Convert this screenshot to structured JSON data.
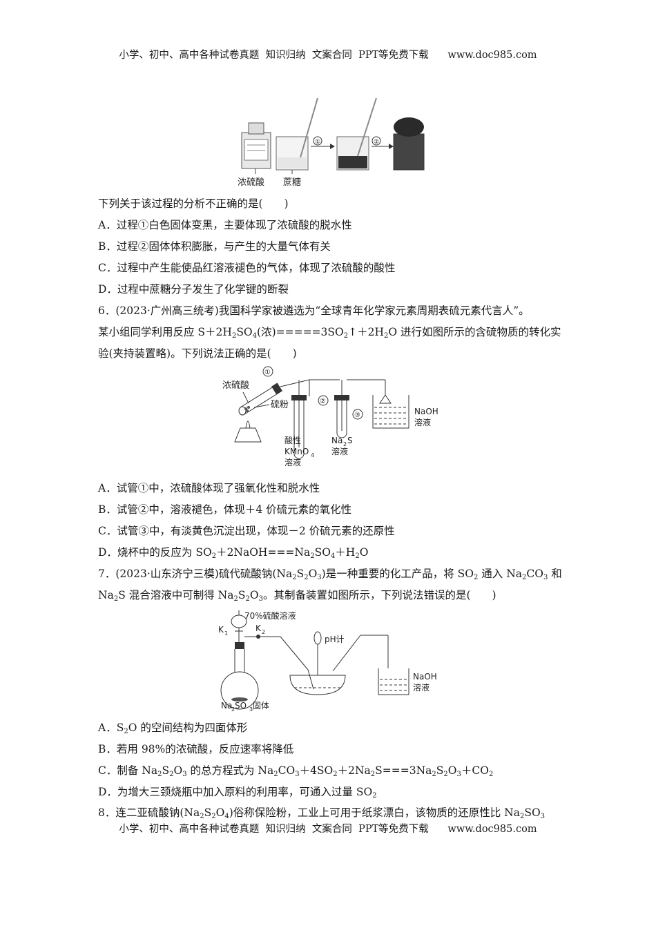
{
  "header": {
    "text": "小学、初中、高中各种试卷真题  知识归纳  文案合同  PPT等免费下载      www.doc985.com"
  },
  "footer": {
    "text": "小学、初中、高中各种试卷真题  知识归纳  文案合同  PPT等免费下载      www.doc985.com"
  },
  "figure1": {
    "label_acid": "浓硫酸",
    "label_sugar": "蔗糖",
    "step1": "①",
    "step2": "②"
  },
  "q5": {
    "stem": "下列关于该过程的分析不正确的是(　　)",
    "A": "A．过程①白色固体变黑，主要体现了浓硫酸的脱水性",
    "B": "B．过程②固体体积膨胀，与产生的大量气体有关",
    "C": "C．过程中产生能使品红溶液褪色的气体，体现了浓硫酸的酸性",
    "D": "D．过程中蔗糖分子发生了化学键的断裂"
  },
  "q6": {
    "line1": "6．(2023·广州高三统考)我国科学家被遴选为“全球青年化学家元素周期表硫元素代言人”。",
    "line2_a": "某小组同学利用反应 S＋2H",
    "line2_b": "SO",
    "line2_c": "(浓)=====3SO",
    "line2_d": "↑＋2H",
    "line2_e": "O 进行如图所示的含硫物质的转化实",
    "line3": "验(夹持装置略)。下列说法正确的是(　　)",
    "A": "A．试管①中，浓硫酸体现了强氧化性和脱水性",
    "B": "B．试管②中，溶液褪色，体现＋4 价硫元素的氧化性",
    "C": "C．试管③中，有淡黄色沉淀出现，体现－2 价硫元素的还原性",
    "D_a": "D．烧杯中的反应为 SO",
    "D_b": "＋2NaOH===Na",
    "D_c": "SO",
    "D_d": "＋H",
    "D_e": "O"
  },
  "figure2": {
    "acid": "浓硫酸",
    "sulfur": "硫粉",
    "n1": "①",
    "n2": "②",
    "n3": "③",
    "t2_l1": "酸性",
    "t2_l2": "KMnO",
    "t2_l3": "溶液",
    "t3_l1": "Na",
    "t3_l1b": "S",
    "t3_l2": "溶液",
    "naoh": "NaOH",
    "naoh_sol": "溶液",
    "sub2": "2",
    "sub4": "4"
  },
  "q7": {
    "l1_a": "7．(2023·山东济宁三模)硫代硫酸钠(Na",
    "l1_b": "S",
    "l1_c": "O",
    "l1_d": ")是一种重要的化工产品，将 SO",
    "l1_e": " 通入 Na",
    "l1_f": "CO",
    "l1_g": " 和",
    "l2_a": "Na",
    "l2_b": "S 混合溶液中可制得 Na",
    "l2_c": "S",
    "l2_d": "O",
    "l2_e": "。其制备装置如图所示，下列说法错误的是(　　)",
    "A_a": "A．S",
    "A_b": "O 的空间结构为四面体形",
    "B": "B．若用 98%的浓硫酸，反应速率将降低",
    "C_a": "C．制备 Na",
    "C_b": "S",
    "C_c": "O",
    "C_d": " 的总方程式为 Na",
    "C_e": "CO",
    "C_f": "＋4SO",
    "C_g": "＋2Na",
    "C_h": "S===3Na",
    "C_i": "S",
    "C_j": "O",
    "C_k": "＋CO",
    "D_a": "D．为增大三颈烧瓶中加入原料的利用率，可通入过量 SO",
    "sub2": "2",
    "sub3": "3"
  },
  "figure3": {
    "acid": "70%硫酸溶液",
    "k1": "K",
    "k2": "K",
    "s1": "1",
    "s2": "2",
    "ph": "pH计",
    "naoh": "NaOH",
    "naoh_sol": "溶液",
    "solid_a": "Na",
    "solid_b": "SO",
    "solid_c": "固体",
    "sub2": "2",
    "sub3": "3"
  },
  "q8": {
    "line_a": "8．连二亚硫酸钠(Na",
    "line_b": "S",
    "line_c": "O",
    "line_d": ")俗称保险粉，工业上可用于纸浆漂白，该物质的还原性比 Na",
    "line_e": "SO",
    "sub2": "2",
    "sub3": "3",
    "sub4": "4"
  }
}
